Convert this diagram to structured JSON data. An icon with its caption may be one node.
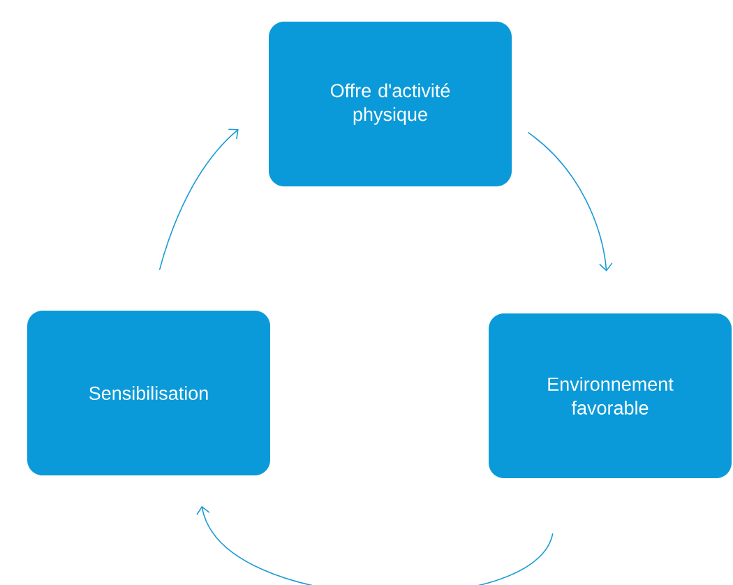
{
  "diagram": {
    "nodes": [
      {
        "text": [
          "Offre d'activité physique"
        ]
      },
      {
        "text": [
          "Environnement favorable"
        ]
      },
      {
        "text": [
          "Sensibilisation"
        ]
      }
    ],
    "edges": [
      {
        "from": 0,
        "to": 1,
        "arrow": "to"
      },
      {
        "from": 1,
        "to": 2,
        "arrow": "to"
      },
      {
        "from": 2,
        "to": 0,
        "arrow": "to"
      }
    ]
  }
}
